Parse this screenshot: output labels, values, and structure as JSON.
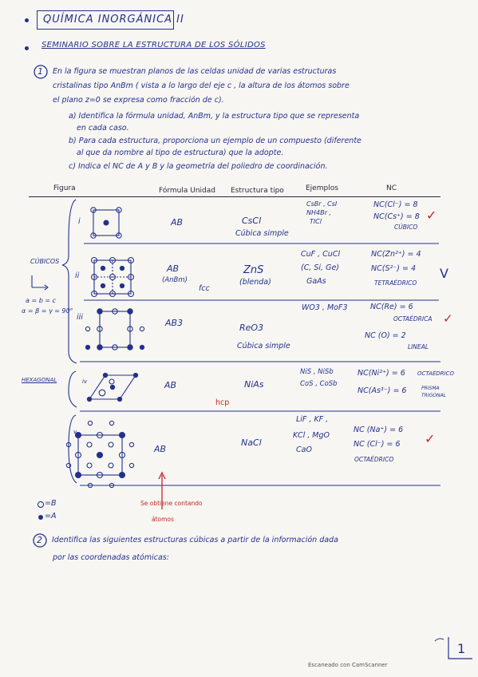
{
  "header": {
    "title": "QUÍMICA INORGÁNICA II",
    "subtitle": "SEMINARIO SOBRE LA ESTRUCTURA DE LOS SÓLIDOS"
  },
  "q1": {
    "number": "1",
    "intro": [
      "En la figura se muestran planos de las celdas unidad de varias estructuras",
      "cristalinas tipo AnBm ( vista a lo largo del eje c , la altura de los átomos sobre",
      "el plano z=0 se expresa como fracción de c)."
    ],
    "items": [
      "a) Identifica la fórmula unidad, AnBm, y la estructura tipo que se representa",
      "en cada caso.",
      "b) Para cada estructura, proporciona un ejemplo de un compuesto (diferente",
      "al que da nombre al tipo de estructura) que la adopte.",
      "c) Indica el NC de A y B y la geometría del poliedro de coordinación."
    ]
  },
  "table": {
    "headers": [
      "Figura",
      "Fórmula Unidad",
      "Estructura tipo",
      "Ejemplos",
      "NC"
    ],
    "cubic_label": "CÚBICOS",
    "cubic_conditions": [
      "a = b = c",
      "α = β = γ = 90°"
    ],
    "hex_label": "HEXAGONAL",
    "rows": [
      {
        "id": "i",
        "formula": "AB",
        "structure": [
          "CsCl",
          "Cúbica simple"
        ],
        "examples": [
          "CsBr , CsI",
          "NH4Br ,",
          "TlCl"
        ],
        "nc": [
          "NC(Cl⁻) = 8",
          "NC(Cs⁺) = 8",
          "CÚBICO"
        ],
        "check": "✓"
      },
      {
        "id": "ii",
        "formula": "AB",
        "formula_note": "(AnBm)",
        "extra": "fcc",
        "structure": [
          "ZnS",
          "(blenda)"
        ],
        "examples": [
          "CuF , CuCl",
          "(C, Si, Ge)",
          "GaAs"
        ],
        "nc": [
          "NC(Zn²⁺) = 4",
          "NC(S²⁻) = 4",
          "TETRAÉDRICO"
        ],
        "check": "V"
      },
      {
        "id": "iii",
        "formula": "AB3",
        "structure": [
          "ReO3",
          "Cúbica simple"
        ],
        "examples": [
          "WO3 , MoF3"
        ],
        "nc": [
          "NC(Re) = 6",
          "OCTAÉDRICA",
          "NC (O) = 2",
          "LINEAL"
        ],
        "check": "✓"
      },
      {
        "id": "iv",
        "formula": "AB",
        "extra": "hcp",
        "structure": [
          "NiAs"
        ],
        "examples": [
          "NiS , NiSb",
          "CoS , CoSb"
        ],
        "nc": [
          "NC(Ni²⁺) = 6",
          "OCTAÉDRICO",
          "NC(As³⁻) = 6",
          "PRISMA TRIGONAL"
        ]
      },
      {
        "id": "v",
        "formula": "AB",
        "structure": [
          "NaCl"
        ],
        "examples": [
          "LiF , KF ,",
          "KCl , MgO",
          "CaO"
        ],
        "nc": [
          "NC (Na⁺) = 6",
          "NC (Cl⁻) = 6",
          "OCTAÉDRICO"
        ],
        "check": "✓"
      }
    ],
    "annotation": [
      "Se obtiene contando",
      "átomos"
    ],
    "legend": [
      {
        "symbol": "○",
        "label": "B"
      },
      {
        "symbol": "●",
        "label": "A"
      }
    ]
  },
  "q2": {
    "number": "2",
    "text": [
      "Identifica las siguientes estructuras cúbicas a partir de la información dada",
      "por las coordenadas atómicas:"
    ]
  },
  "footer": {
    "page": "1",
    "scanner": "Escaneado con CamScanner"
  }
}
